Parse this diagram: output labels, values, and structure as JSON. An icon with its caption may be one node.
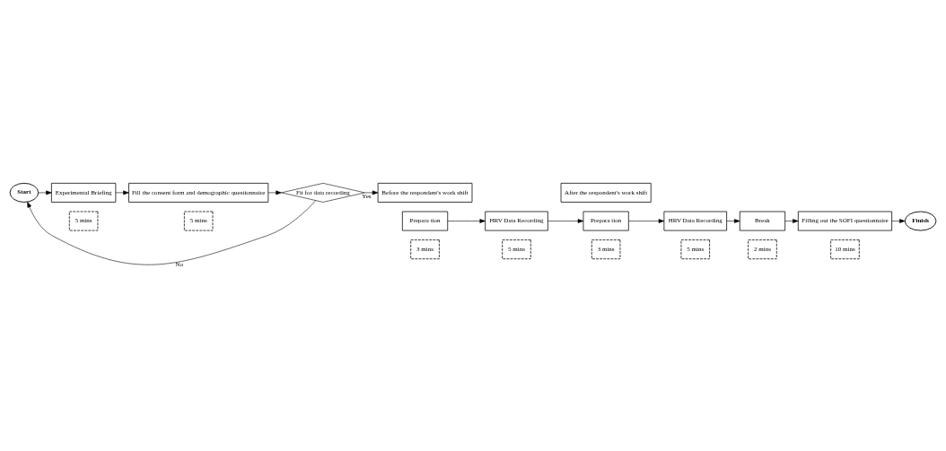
{
  "diagram": {
    "nodes": [
      {
        "text": [
          "Start"
        ]
      },
      {
        "text": [
          "Experimental Briefing"
        ]
      },
      {
        "text": [
          "5 mins"
        ]
      },
      {
        "text": [
          "Fill the consent form and demographic questionnaire"
        ]
      },
      {
        "text": [
          "5 mins"
        ]
      },
      {
        "text": [
          "Fit for data recording"
        ]
      },
      {
        "text": [
          "Before the respondent's work shift"
        ]
      },
      {
        "text": [
          "Prepara tion"
        ]
      },
      {
        "text": [
          "3 mins"
        ]
      },
      {
        "text": [
          "HRV Data Recording"
        ]
      },
      {
        "text": [
          "5 mins"
        ]
      },
      {
        "text": [
          "After the respondent's work shift"
        ]
      },
      {
        "text": [
          "Prepara tion"
        ]
      },
      {
        "text": [
          "3 mins"
        ]
      },
      {
        "text": [
          "HRV Data Recording"
        ]
      },
      {
        "text": [
          "5 mins"
        ]
      },
      {
        "text": [
          "Break"
        ]
      },
      {
        "text": [
          "2 mins"
        ]
      },
      {
        "text": [
          "Filling out the SOFI questionnaire"
        ]
      },
      {
        "text": [
          "10 mins"
        ]
      },
      {
        "text": [
          "Finish"
        ]
      }
    ],
    "edges": [
      {
        "from": 0,
        "to": 1,
        "arrow": "to"
      },
      {
        "from": 1,
        "to": 3,
        "arrow": "to"
      },
      {
        "from": 3,
        "to": 5,
        "arrow": "to"
      },
      {
        "from": 5,
        "to": 0,
        "arrow": "to",
        "label": "No"
      },
      {
        "from": 5,
        "to": 6,
        "arrow": "to",
        "label": "Yes"
      },
      {
        "from": 7,
        "to": 9,
        "arrow": "to"
      },
      {
        "from": 9,
        "to": 12,
        "arrow": "to"
      },
      {
        "from": 12,
        "to": 14,
        "arrow": "to"
      },
      {
        "from": 14,
        "to": 16,
        "arrow": "to"
      },
      {
        "from": 16,
        "to": 18,
        "arrow": "to"
      },
      {
        "from": 18,
        "to": 20,
        "arrow": "to"
      }
    ]
  }
}
